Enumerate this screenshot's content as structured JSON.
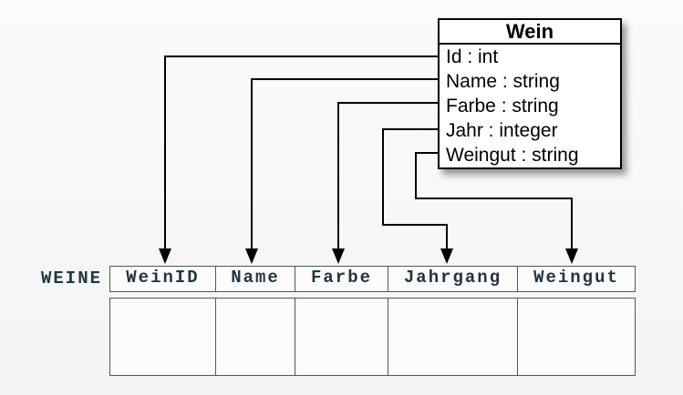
{
  "class_box": {
    "title": "Wein",
    "attributes": [
      "Id : int",
      "Name : string",
      "Farbe : string",
      "Jahr : integer",
      "Weingut : string"
    ]
  },
  "table": {
    "label": "WEINE",
    "columns": [
      "WeinID",
      "Name",
      "Farbe",
      "Jahrgang",
      "Weingut"
    ],
    "rows": [
      [
        "",
        "",
        "",
        "",
        ""
      ]
    ]
  },
  "mappings": [
    {
      "from": "Id",
      "to": "WeinID"
    },
    {
      "from": "Name",
      "to": "Name"
    },
    {
      "from": "Farbe",
      "to": "Farbe"
    },
    {
      "from": "Jahr",
      "to": "Jahrgang"
    },
    {
      "from": "Weingut",
      "to": "Weingut"
    }
  ],
  "colors": {
    "background": "#f7f8f9",
    "class_box_fill": "#ffffff",
    "class_box_border": "#000000",
    "connector": "#000000",
    "table_border": "#4a5a60",
    "table_text": "#24363e"
  }
}
